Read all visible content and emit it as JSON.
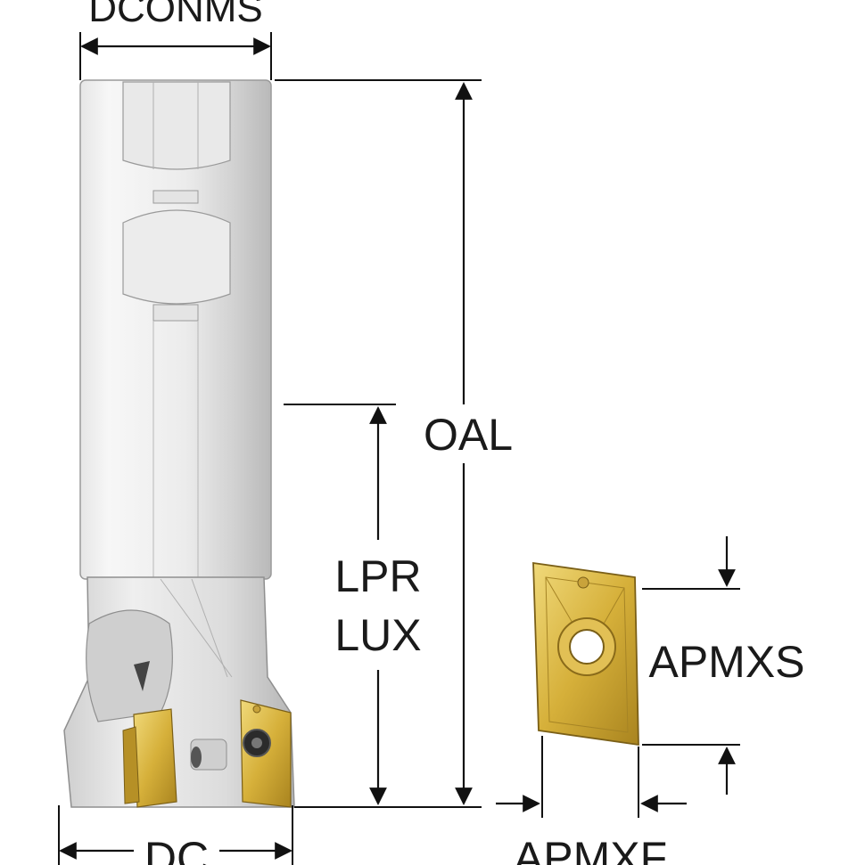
{
  "diagram": {
    "labels": {
      "dconms": "DCONMS",
      "oal": "OAL",
      "lpr": "LPR",
      "lux": "LUX",
      "apmxs": "APMXS",
      "dc": "DC",
      "apmxf": "APMXF"
    },
    "colors": {
      "line": "#111111",
      "shank_light": "#f2f2f2",
      "shank_mid": "#d9d9d9",
      "shank_dark": "#a9a9a9",
      "insert_gold": "#d7b23c",
      "insert_gold_dark": "#9c7a1e",
      "insert_gold_light": "#efd777"
    }
  }
}
